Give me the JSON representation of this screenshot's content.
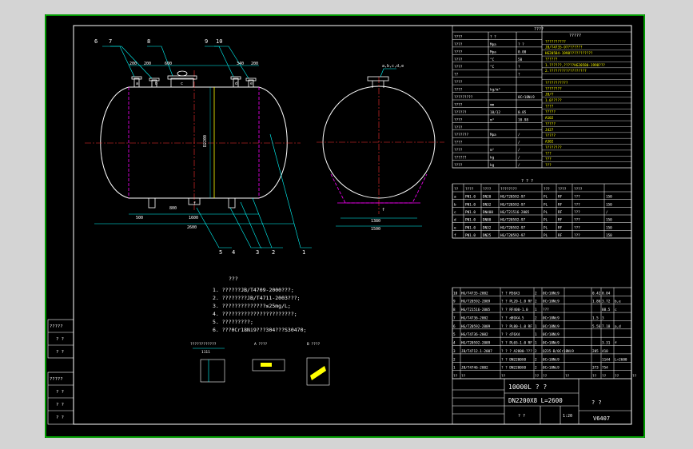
{
  "callouts": {
    "c6": "6",
    "c7": "7",
    "c8": "8",
    "c9": "9",
    "c10": "10",
    "c5": "5",
    "c4": "4",
    "c3": "3",
    "c2": "2",
    "c1": "1",
    "nozzles": "a,b,c,d,e"
  },
  "dims": {
    "d200a": "200",
    "d200b": "200",
    "d600": "600",
    "d340": "340",
    "d200c": "200",
    "dD": "D2200",
    "d500": "500",
    "d800": "800",
    "d1600": "1600",
    "d2600": "2600",
    "d1380": "1380",
    "d1500": "1500"
  },
  "letters": {
    "ta": "a",
    "tb": "b",
    "tc": "c",
    "td": "d",
    "te": "e",
    "tf": "f",
    "tf2": "f"
  },
  "design_table": {
    "title": "????",
    "left_rows": [
      [
        "????",
        "?  ?"
      ],
      [
        "????",
        "Mpa",
        "?  ?"
      ],
      [
        "????",
        "Mpa",
        "0.00"
      ],
      [
        "????",
        "°C",
        "50"
      ],
      [
        "????",
        "°C",
        "?"
      ],
      [
        "??",
        "",
        "?"
      ],
      [
        "????",
        "",
        ""
      ],
      [
        "????",
        "kg/m³",
        ""
      ],
      [
        "?????????",
        "",
        "0Cr18Ni9"
      ],
      [
        "????",
        "mm",
        ""
      ],
      [
        "??????",
        "10/12",
        "0.85"
      ],
      [
        "????",
        "m³",
        "10.98"
      ],
      [
        "????",
        "",
        ""
      ],
      [
        "???????",
        "Mpa",
        "/"
      ],
      [
        "????",
        "",
        "/"
      ],
      [
        "????",
        "m²",
        "/"
      ],
      [
        "??????",
        "kg",
        "/"
      ],
      [
        "????",
        "kg",
        "/"
      ]
    ],
    "right_title": "?????",
    "right_rows": [
      "??????????",
      "JB/T4735-97???????",
      "HG20584-1998???????????",
      "??????",
      "1.??????,?????HG20580-1998???",
      "2.??????????????????",
      "",
      "???????????",
      "????????",
      "JB/T",
      "1.0?????",
      "????",
      "?????",
      "A102",
      "?????",
      "J427",
      "?????",
      "A302",
      "????????",
      "??? ",
      "???",
      "???"
    ]
  },
  "nozzle_table": {
    "title": "?  ?  ?",
    "headers": [
      "??",
      "????",
      "????",
      "????????",
      "???",
      "????",
      "????"
    ],
    "rows": [
      [
        "a",
        "PN1.0",
        "DN20",
        "HG/T20592-97",
        "PL",
        "RF",
        "???",
        "150"
      ],
      [
        "b",
        "PN1.0",
        "DN32",
        "HG/T20592-97",
        "PL",
        "RF",
        "???",
        "150"
      ],
      [
        "c",
        "PN1.0",
        "DN400",
        "HG/T21516-2005",
        "PL",
        "RF",
        "???",
        "/"
      ],
      [
        "d",
        "PN1.0",
        "DN80",
        "HG/T20592-97",
        "PL",
        "RF",
        "???",
        "150"
      ],
      [
        "e",
        "PN1.0",
        "DN32",
        "HG/T20592-97",
        "PL",
        "RF",
        "???",
        "150"
      ],
      [
        "f",
        "PN1.0",
        "DN25",
        "HG/T20592-97",
        "PL",
        "RF",
        "???",
        "150"
      ]
    ]
  },
  "notes": {
    "title": "???",
    "lines": [
      "1. ??????JB/T4709-2000???;",
      "2. ????????JB/T4711-2003???;",
      "3. ??????????????≤25mg/L;",
      "4. ???????????????????????;",
      "5. ?????????;",
      "6. ???0Cr18Ni9???304???S30470;"
    ]
  },
  "details": {
    "d1": "????????????",
    "d1b": "1111",
    "d2": "A ????",
    "d3": "B ????"
  },
  "parts_list": [
    [
      "10",
      "HG/T4735-2002",
      "? ? M36X3",
      "2",
      "",
      "0Cr18Ni9",
      "",
      "0.42",
      "0.84",
      ""
    ],
    [
      "9",
      "HG/T20592-2009",
      "? ? PL20-1.0 RF",
      "2",
      "",
      "0Cr18Ni9",
      "",
      "1.86",
      "3.72",
      "b,e"
    ],
    [
      "8",
      "HG/T21516-2005",
      "? ? RF400-1.0",
      "1",
      "",
      "???",
      "",
      "",
      "88.5",
      "c"
    ],
    [
      "7",
      "HG/T4736-2002",
      "? ? d89X4.5",
      "2",
      "",
      "0Cr18Ni9",
      "",
      "1.5",
      "3",
      ""
    ],
    [
      "6",
      "HG/T20592-2009",
      "? ? PL80-1.0 RF",
      "1",
      "",
      "0Cr18Ni9",
      "",
      "5.56",
      "7.18",
      "a,d"
    ],
    [
      "5",
      "HG/T4736-2002",
      "? ? d76X4",
      "1",
      "",
      "0Cr18Ni9",
      "",
      "",
      "",
      ""
    ],
    [
      "4",
      "HG/T20592-2009",
      "? ? PL65-1.0 RF",
      "1",
      "",
      "0Cr18Ni9",
      "",
      "",
      "3.31",
      "f"
    ],
    [
      "3",
      "JB/T4712.1-2007",
      "? ? ? A2800-???",
      "2",
      "",
      "Q235-B/0Cr18Ni9",
      "",
      "205",
      "410",
      ""
    ],
    [
      "2",
      "",
      "? ? DN2200X8",
      "2",
      "",
      "0Cr18Ni9",
      "",
      "",
      "1144",
      "L=2600"
    ],
    [
      "1",
      "JB/T4746-2002",
      "? ? DN2200X8",
      "2",
      "",
      "0Cr18Ni9",
      "",
      "373",
      "754",
      ""
    ]
  ],
  "parts_footer": [
    "??",
    "??",
    "??",
    "??",
    "??",
    "??",
    "??",
    "??",
    "??",
    "??"
  ],
  "title_block": {
    "name": "10000L ? ?",
    "spec": "DN2200X8 L=2600",
    "company": "?  ?",
    "drawing_no": "V6407",
    "scale": "1:20",
    "sheet": "?  ?"
  },
  "left_margin": [
    "?????",
    "?  ?",
    "?  ?",
    "?????",
    "?  ?",
    "?  ?",
    "?  ?"
  ]
}
